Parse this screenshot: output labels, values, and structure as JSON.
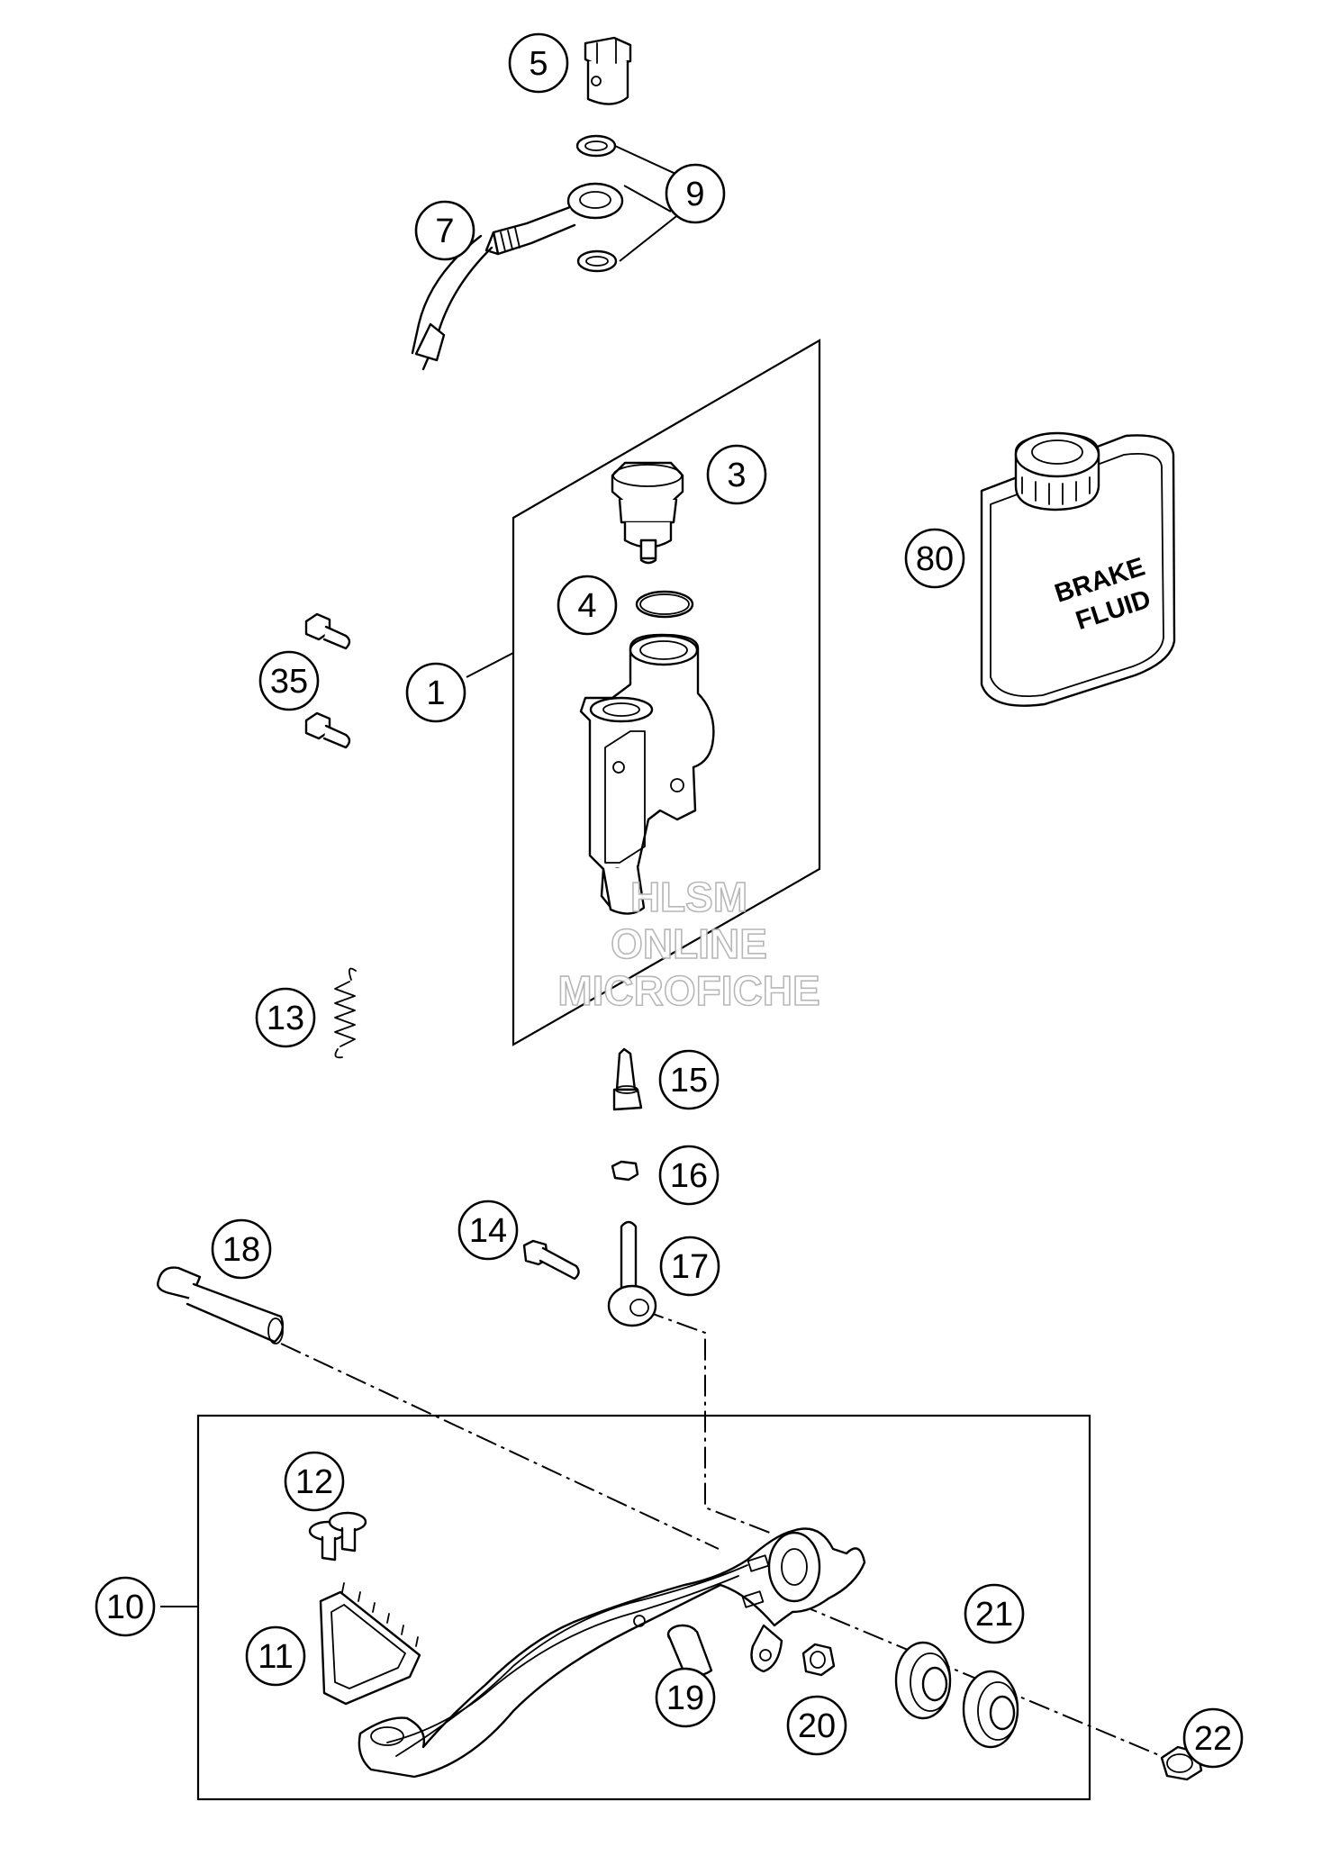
{
  "callouts": [
    "5",
    "9",
    "7",
    "3",
    "80",
    "4",
    "1",
    "35",
    "13",
    "15",
    "16",
    "14",
    "17",
    "18",
    "12",
    "10",
    "21",
    "11",
    "19",
    "20",
    "22"
  ],
  "bottle_label": [
    "BRAKE",
    "FLUID"
  ],
  "watermark": [
    "HLSM",
    "ONLINE",
    "MICROFICHE"
  ],
  "colors": {
    "line": "#000000",
    "background": "#ffffff",
    "watermark": "#b4b4b4"
  }
}
